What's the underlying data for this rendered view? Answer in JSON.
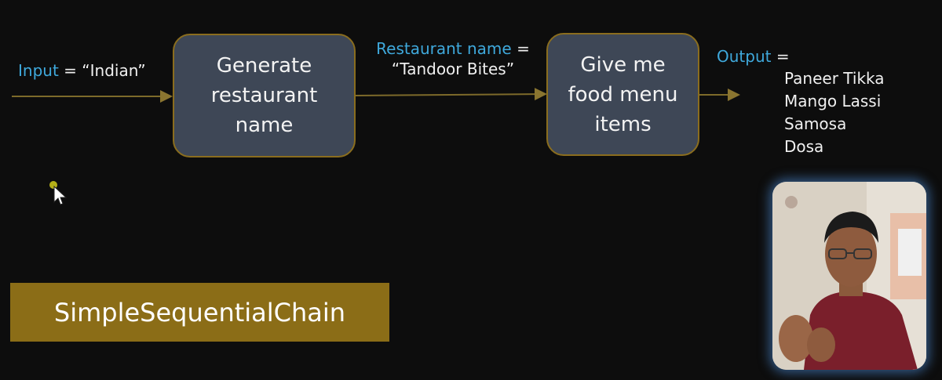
{
  "input": {
    "keyword": "Input",
    "equals": " = ",
    "value": "“Indian”"
  },
  "box1": {
    "line1": "Generate",
    "line2": "restaurant",
    "line3": "name"
  },
  "middle": {
    "keyword": "Restaurant name",
    "equals": " =",
    "value": "“Tandoor Bites”"
  },
  "box2": {
    "line1": "Give me",
    "line2": "food menu",
    "line3": "items"
  },
  "output": {
    "keyword": "Output",
    "equals": " =",
    "items": [
      "Paneer Tikka",
      "Mango Lassi",
      "Samosa",
      "Dosa"
    ]
  },
  "banner": {
    "label": "SimpleSequentialChain"
  },
  "colors": {
    "accent": "#3fa9dc",
    "box": "#3e4756",
    "border": "#8a6d1e",
    "banner": "#8b6d17",
    "arrow": "#7d6a2a"
  }
}
